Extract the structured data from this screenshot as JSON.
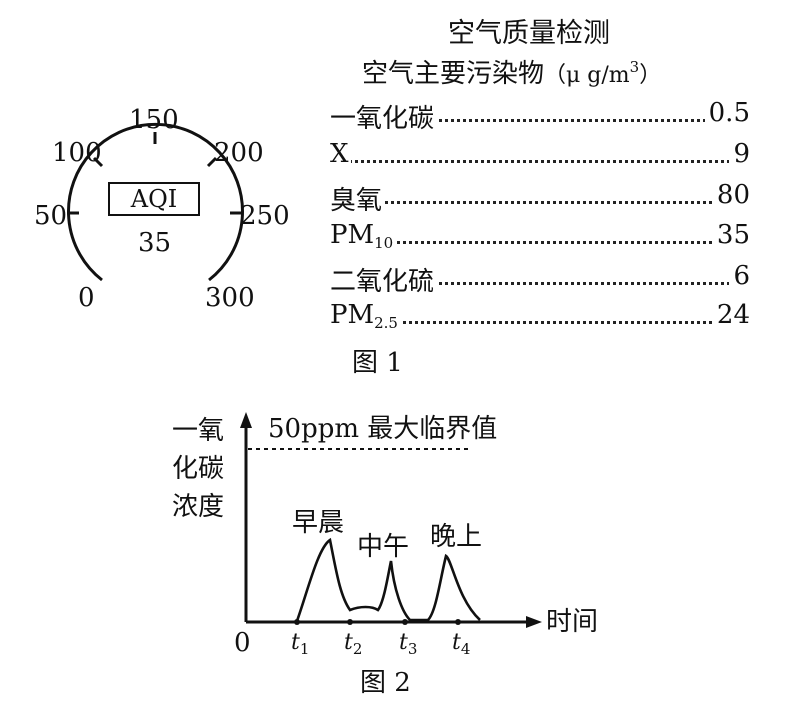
{
  "figure1": {
    "gauge": {
      "box_label": "AQI",
      "value": "35",
      "scale_labels": [
        "0",
        "50",
        "100",
        "150",
        "200",
        "250",
        "300"
      ]
    },
    "table": {
      "title": "空气质量检测",
      "subtitle_text": "空气主要污染物",
      "unit": "（μ g/m",
      "unit_sup": "3",
      "unit_close": "）",
      "rows": [
        {
          "name": "一氧化碳",
          "sub": "",
          "value": "0.5"
        },
        {
          "name": "X",
          "sub": "",
          "value": "9"
        },
        {
          "name": "臭氧",
          "sub": "",
          "value": "80"
        },
        {
          "name": "PM",
          "sub": "10",
          "value": "35"
        },
        {
          "name": "二氧化硫",
          "sub": "",
          "value": "6"
        },
        {
          "name": "PM",
          "sub": "2.5",
          "value": "24"
        }
      ]
    },
    "caption": "图 1"
  },
  "figure2": {
    "ylabel_lines": [
      "一氧",
      "化碳",
      "浓度"
    ],
    "threshold_label": "50ppm 最大临界值",
    "xlabel": "时间",
    "origin": "0",
    "ticks": [
      {
        "t": "t",
        "sub": "1"
      },
      {
        "t": "t",
        "sub": "2"
      },
      {
        "t": "t",
        "sub": "3"
      },
      {
        "t": "t",
        "sub": "4"
      }
    ],
    "peak_labels": [
      "早晨",
      "中午",
      "晚上"
    ],
    "caption": "图 2"
  },
  "colors": {
    "ink": "#111111",
    "background": "#ffffff"
  }
}
